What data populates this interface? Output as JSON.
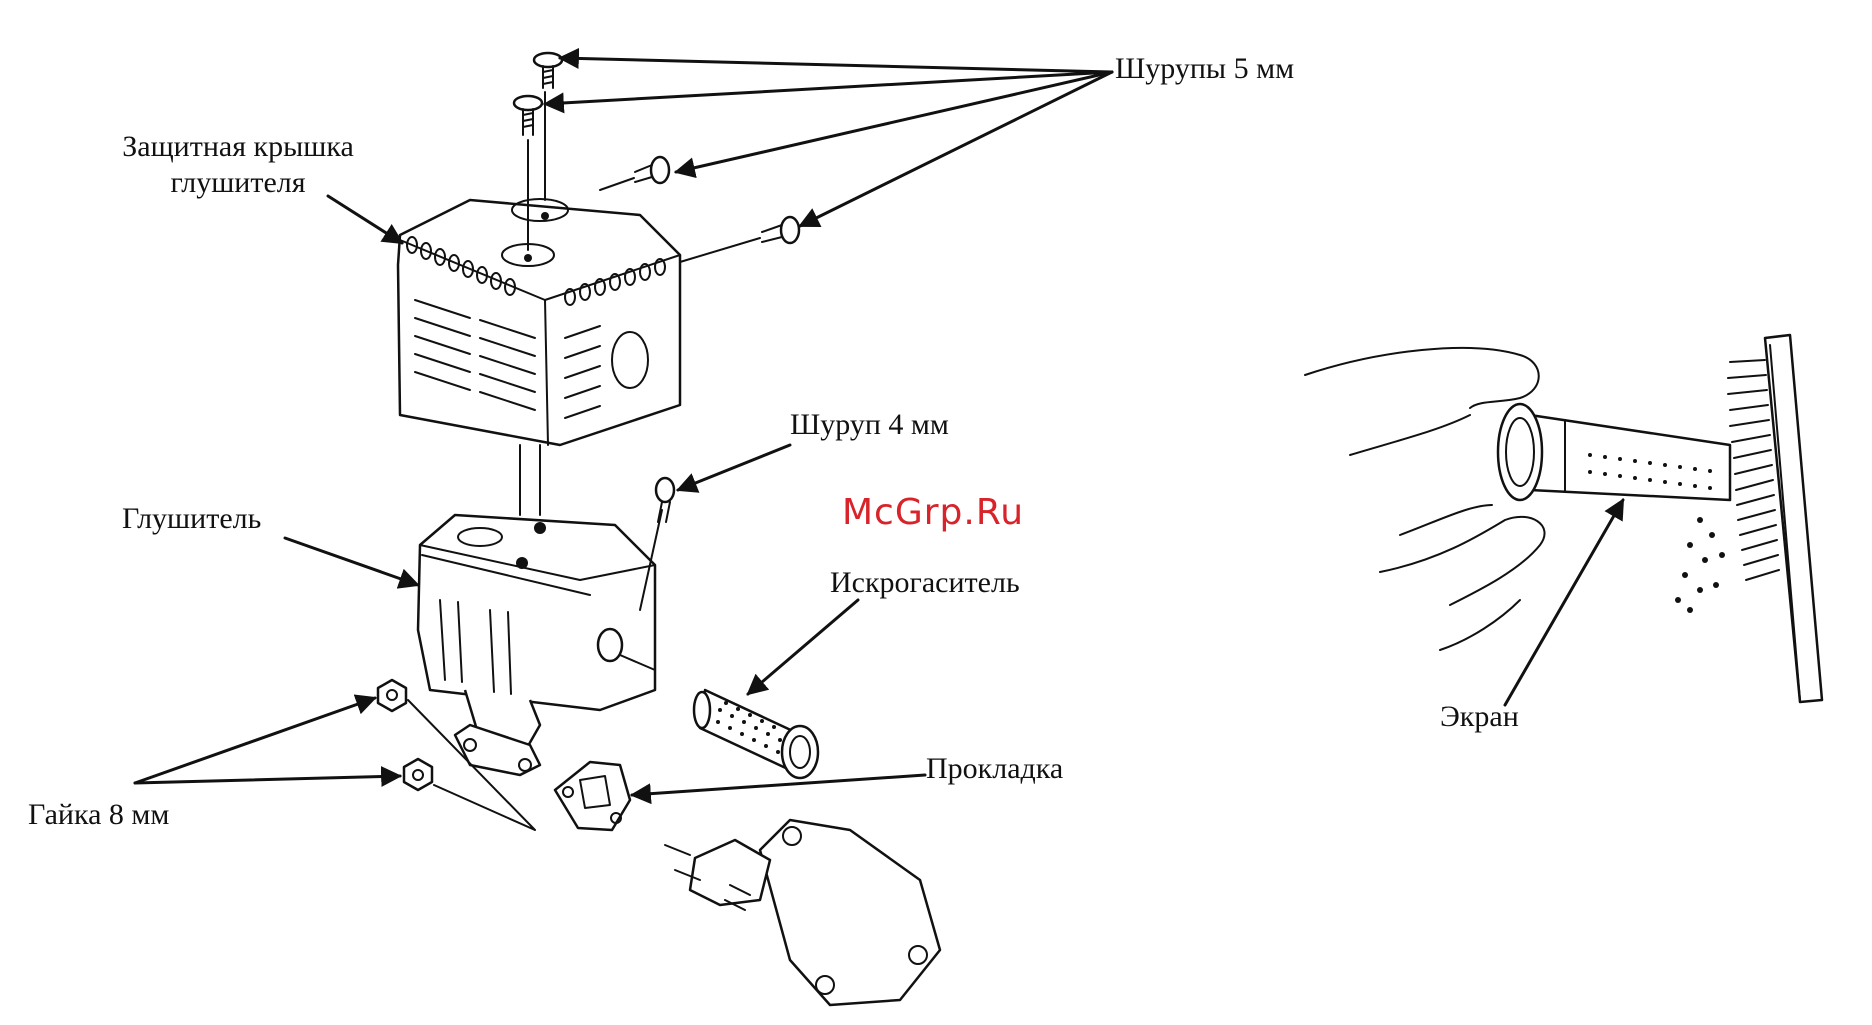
{
  "labels": {
    "screws_5mm": "Шурупы 5 мм",
    "cover_line1": "Защитная крышка",
    "cover_line2": "глушителя",
    "screw_4mm": "Шуруп 4 мм",
    "muffler": "Глушитель",
    "spark_arrester": "Искрогаситель",
    "gasket": "Прокладка",
    "nut_8mm": "Гайка 8 мм",
    "screen": "Экран"
  },
  "watermark": "McGrp.Ru",
  "colors": {
    "ink": "#111111",
    "watermark": "#d8232a",
    "background": "#ffffff"
  }
}
